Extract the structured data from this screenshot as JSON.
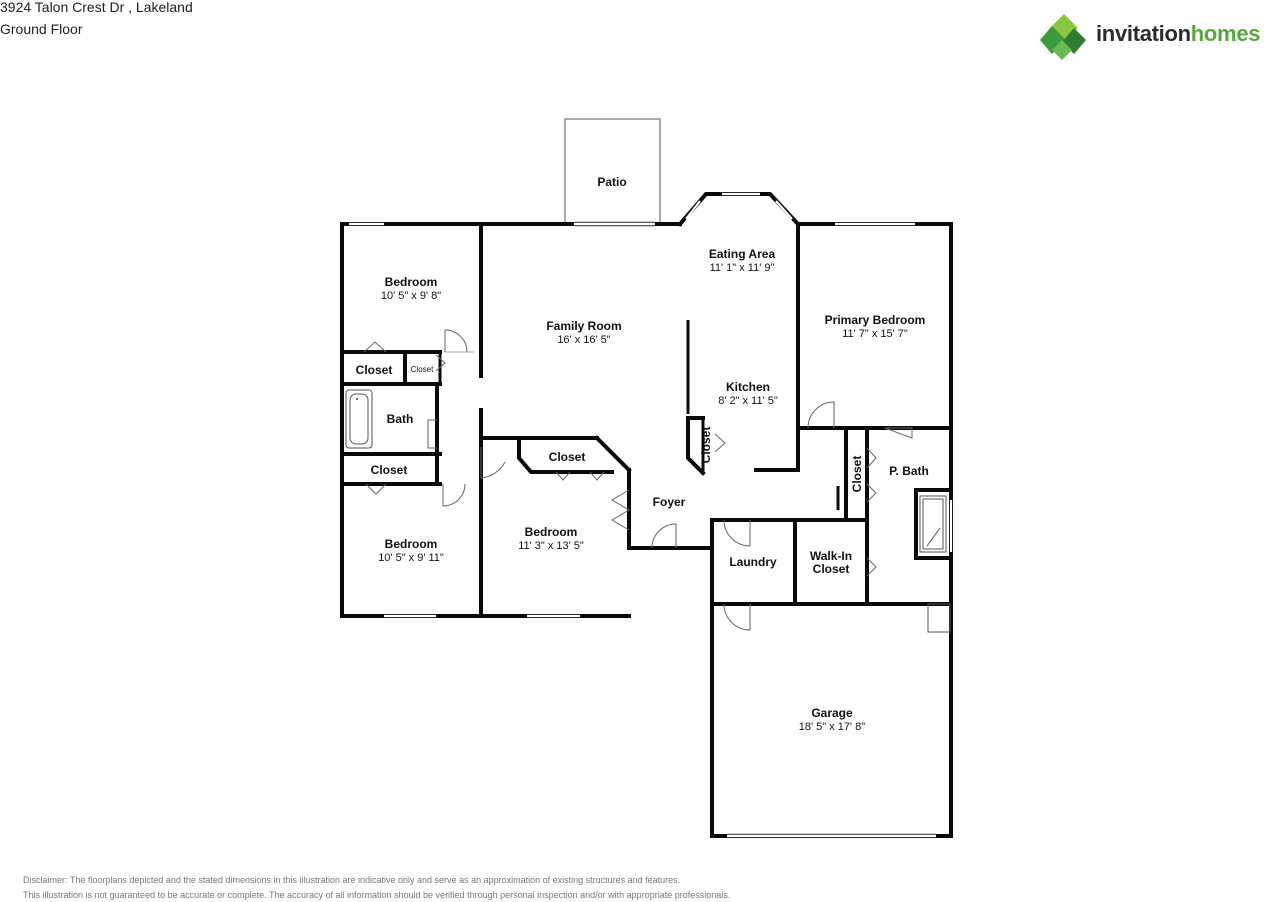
{
  "header": {
    "address": "3924 Talon Crest Dr , Lakeland",
    "floor": "Ground Floor"
  },
  "logo": {
    "word1": "invitation",
    "word2": "homes",
    "color_dark": "#2b2b2b",
    "color_green": "#56a83a"
  },
  "rooms": {
    "patio": {
      "name": "Patio"
    },
    "eating_area": {
      "name": "Eating Area",
      "dims": "11' 1\" x 11' 9\""
    },
    "bedroom_nw": {
      "name": "Bedroom",
      "dims": "10' 5\" x 9' 8\""
    },
    "family_room": {
      "name": "Family Room",
      "dims": "16' x 16' 5\""
    },
    "primary_bedroom": {
      "name": "Primary Bedroom",
      "dims": "11' 7\" x 15' 7\""
    },
    "closet_a": {
      "name": "Closet"
    },
    "closet_small": {
      "name": "Closet"
    },
    "bath": {
      "name": "Bath"
    },
    "kitchen": {
      "name": "Kitchen",
      "dims": "8' 2\" x 11' 5\""
    },
    "closet_kitchen": {
      "name": "Closet"
    },
    "closet_c": {
      "name": "Closet"
    },
    "closet_d": {
      "name": "Closet"
    },
    "closet_pbath": {
      "name": "Closet"
    },
    "p_bath": {
      "name": "P. Bath"
    },
    "foyer": {
      "name": "Foyer"
    },
    "bedroom_sw": {
      "name": "Bedroom",
      "dims": "10' 5\" x 9' 11\""
    },
    "bedroom_mid": {
      "name": "Bedroom",
      "dims": "11' 3\" x 13' 5\""
    },
    "laundry": {
      "name": "Laundry"
    },
    "walkin_closet": {
      "name1": "Walk-In",
      "name2": "Closet"
    },
    "garage": {
      "name": "Garage",
      "dims": "18' 5\" x 17' 8\""
    }
  },
  "disclaimer": {
    "line1": "Disclaimer: The floorplans depicted and the stated dimensions in this illustration are indicative only and serve as an approximation of existing structures and features.",
    "line2": "This illustration is not guaranteed to be accurate or complete. The accuracy of all information should be verified through personal inspection and/or with appropriate professionals."
  }
}
